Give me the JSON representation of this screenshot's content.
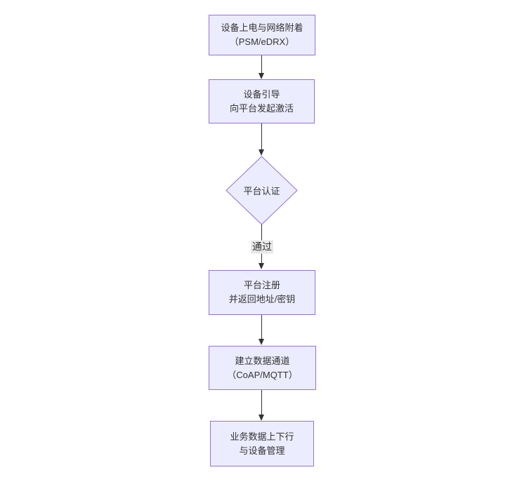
{
  "diagram": {
    "type": "flowchart",
    "direction": "top-down",
    "nodes": [
      {
        "id": "A",
        "shape": "rect",
        "lines": [
          "设备上电与网络附着",
          "（PSM/eDRX）"
        ]
      },
      {
        "id": "B",
        "shape": "rect",
        "lines": [
          "设备引导",
          "向平台发起激活"
        ]
      },
      {
        "id": "C",
        "shape": "diamond",
        "lines": [
          "平台认证"
        ]
      },
      {
        "id": "D",
        "shape": "rect",
        "lines": [
          "平台注册",
          "并返回地址/密钥"
        ]
      },
      {
        "id": "E",
        "shape": "rect",
        "lines": [
          "建立数据通道",
          "（CoAP/MQTT）"
        ]
      },
      {
        "id": "F",
        "shape": "rect",
        "lines": [
          "业务数据上下行",
          "与设备管理"
        ]
      }
    ],
    "edges": [
      {
        "from": "A",
        "to": "B",
        "label": ""
      },
      {
        "from": "B",
        "to": "C",
        "label": ""
      },
      {
        "from": "C",
        "to": "D",
        "label": "通过"
      },
      {
        "from": "D",
        "to": "E",
        "label": ""
      },
      {
        "from": "E",
        "to": "F",
        "label": ""
      }
    ],
    "colors": {
      "node_fill": "#ECECFF",
      "node_border": "#9370DB",
      "edge": "#333333",
      "label_bg": "#e8e8e8",
      "text": "#333333",
      "background": "#ffffff"
    }
  }
}
